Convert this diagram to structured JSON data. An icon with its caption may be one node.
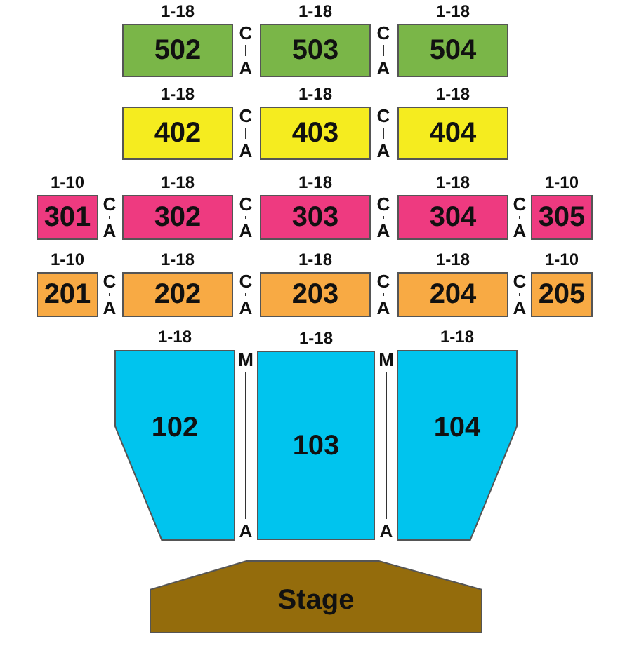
{
  "diagram": {
    "nodes": [
      {
        "text": [
          "502"
        ],
        "beside": [
          "1-18"
        ]
      },
      {
        "text": [
          "503"
        ],
        "beside": [
          "1-18"
        ]
      },
      {
        "text": [
          "504"
        ],
        "beside": [
          "1-18"
        ]
      },
      {
        "text": [
          "402"
        ],
        "beside": [
          "1-18"
        ]
      },
      {
        "text": [
          "403"
        ],
        "beside": [
          "1-18"
        ]
      },
      {
        "text": [
          "404"
        ],
        "beside": [
          "1-18"
        ]
      },
      {
        "text": [
          "301"
        ],
        "beside": [
          "1-10"
        ]
      },
      {
        "text": [
          "302"
        ],
        "beside": [
          "1-18"
        ]
      },
      {
        "text": [
          "303"
        ],
        "beside": [
          "1-18"
        ]
      },
      {
        "text": [
          "304"
        ],
        "beside": [
          "1-18"
        ]
      },
      {
        "text": [
          "305"
        ],
        "beside": [
          "1-10"
        ]
      },
      {
        "text": [
          "201"
        ],
        "beside": [
          "1-10"
        ]
      },
      {
        "text": [
          "202"
        ],
        "beside": [
          "1-18"
        ]
      },
      {
        "text": [
          "203"
        ],
        "beside": [
          "1-18"
        ]
      },
      {
        "text": [
          "204"
        ],
        "beside": [
          "1-18"
        ]
      },
      {
        "text": [
          "205"
        ],
        "beside": [
          "1-10"
        ]
      },
      {
        "text": [
          "102"
        ],
        "beside": [
          "1-18"
        ]
      },
      {
        "text": [
          "103"
        ],
        "beside": [
          "1-18"
        ]
      },
      {
        "text": [
          "104"
        ],
        "beside": [
          "1-18"
        ]
      },
      {
        "text": [
          "Stage"
        ]
      }
    ],
    "labels": [
      "C",
      "A",
      "C",
      "A",
      "C",
      "A",
      "C",
      "A",
      "C",
      "A",
      "C",
      "A",
      "C",
      "A",
      "C",
      "A",
      "C",
      "A",
      "C",
      "A",
      "C",
      "A",
      "C",
      "A",
      "M",
      "A",
      "M",
      "A"
    ]
  }
}
